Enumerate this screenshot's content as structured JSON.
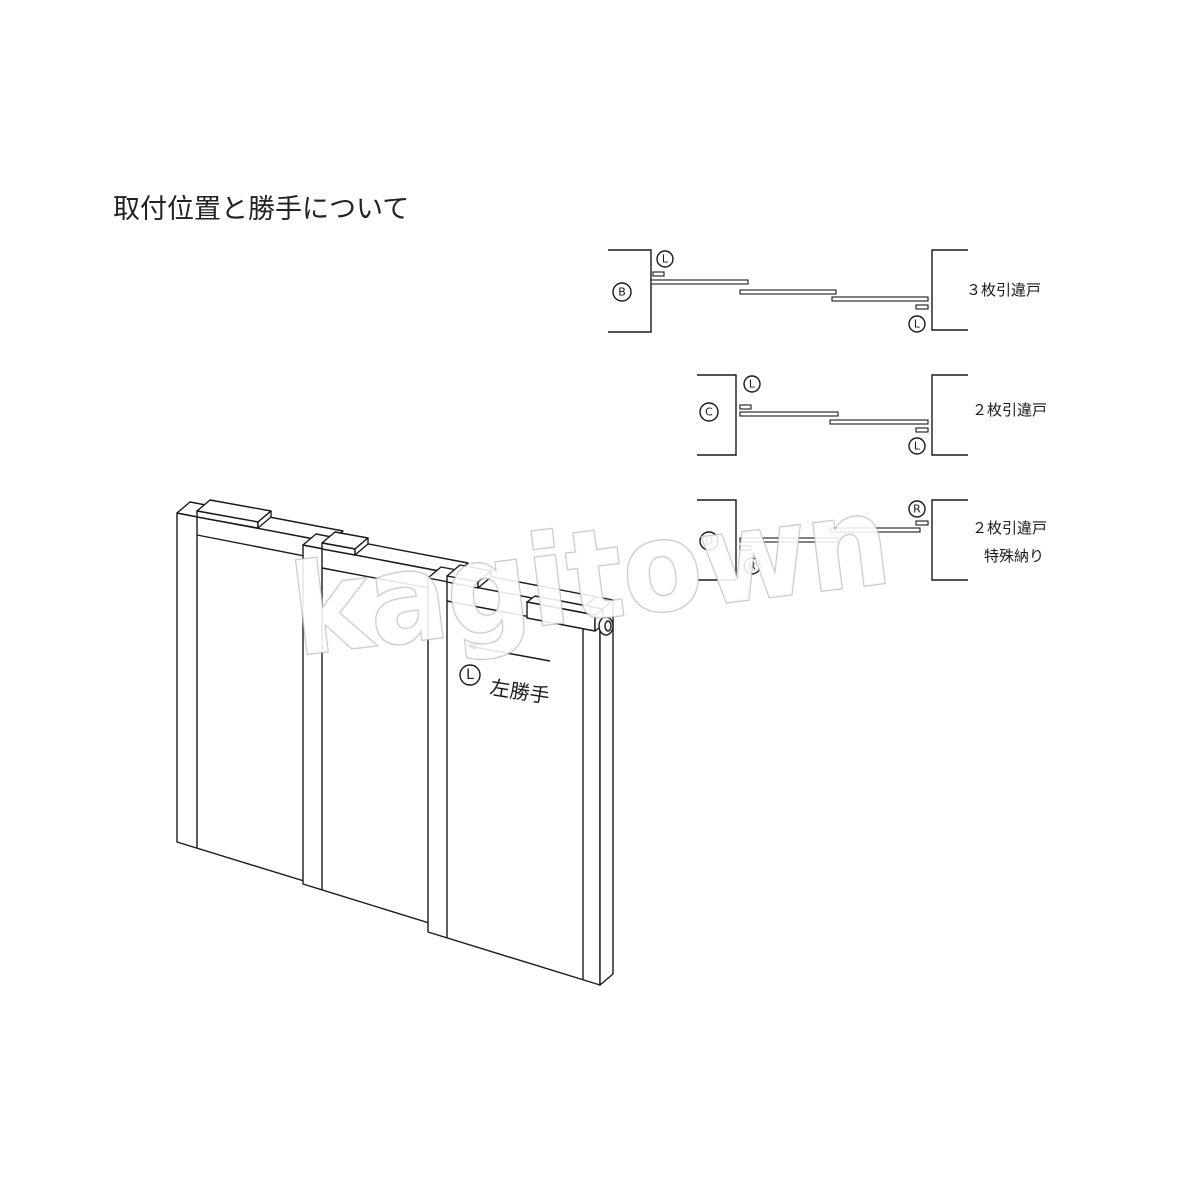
{
  "title": "取付位置と勝手について",
  "plans": {
    "b": {
      "label": "B",
      "handing_left": "L",
      "handing_right": "L",
      "caption": "３枚引違戸"
    },
    "c": {
      "label": "C",
      "handing_left": "L",
      "handing_right": "L",
      "caption": "２枚引違戸"
    },
    "d": {
      "label": "D",
      "handing_left": "R",
      "handing_right": "R",
      "caption": "２枚引違戸",
      "caption_sub": "特殊納り"
    }
  },
  "door_view": {
    "handing_mark": "L",
    "handing_label": "左勝手",
    "arrow_direction": "left"
  },
  "watermark": "kagitown",
  "colors": {
    "line": "#1a1a1a",
    "background": "#ffffff"
  }
}
